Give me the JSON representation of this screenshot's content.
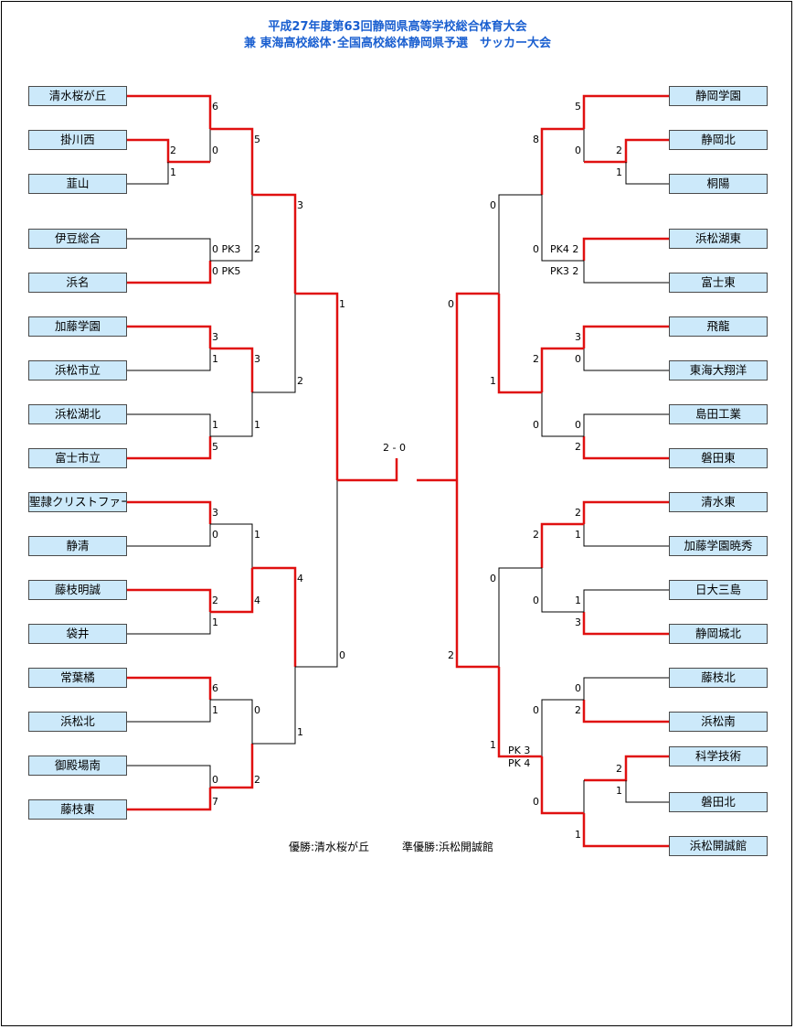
{
  "title": {
    "line1": "平成27年度第63回静岡県高等学校総合体育大会",
    "line2": "兼 東海高校総体･全国高校総体静岡県予選　サッカー大会"
  },
  "teams_left": [
    "清水桜が丘",
    "掛川西",
    "韮山",
    "伊豆総合",
    "浜名",
    "加藤学園",
    "浜松市立",
    "浜松湖北",
    "富士市立",
    "聖隷クリストファー",
    "静清",
    "藤枝明誠",
    "袋井",
    "常葉橘",
    "浜松北",
    "御殿場南",
    "藤枝東"
  ],
  "teams_right": [
    "静岡学園",
    "静岡北",
    "桐陽",
    "浜松湖東",
    "富士東",
    "飛龍",
    "東海大翔洋",
    "島田工業",
    "磐田東",
    "清水東",
    "加藤学園暁秀",
    "日大三島",
    "静岡城北",
    "藤枝北",
    "浜松南",
    "科学技術",
    "磐田北",
    "浜松開誠館"
  ],
  "scores": {
    "l1": [
      "6",
      "2",
      "0",
      "1",
      "0 PK3",
      "0 PK5",
      "3",
      "1",
      "1",
      "5",
      "3",
      "0",
      "2",
      "1",
      "6",
      "1",
      "0",
      "7"
    ],
    "l2": [
      "5",
      "2",
      "3",
      "1",
      "1",
      "4",
      "0",
      "2"
    ],
    "l3": [
      "3",
      "2",
      "4",
      "1"
    ],
    "l4": [
      "1",
      "0"
    ],
    "r1": [
      "5",
      "2",
      "0",
      "1",
      "PK4 2",
      "PK3 2",
      "3",
      "0",
      "0",
      "2",
      "2",
      "1",
      "1",
      "3",
      "0",
      "2",
      "2",
      "1"
    ],
    "r2": [
      "8",
      "0",
      "2",
      "0",
      "2",
      "0",
      "0",
      "0",
      "1"
    ],
    "r3": [
      "0",
      "1",
      "0",
      "PK 3",
      "PK 4"
    ],
    "r4": [
      "0",
      "2"
    ],
    "r3b": [
      "1"
    ]
  },
  "final_score": "2 - 0",
  "results": {
    "winner": "優勝:清水桜が丘",
    "runner_up": "準優勝:浜松開誠館"
  },
  "colors": {
    "winner_line": "#e01010",
    "line": "#000000",
    "title": "#1a5fd0",
    "team_bg": "#cce9fa"
  }
}
